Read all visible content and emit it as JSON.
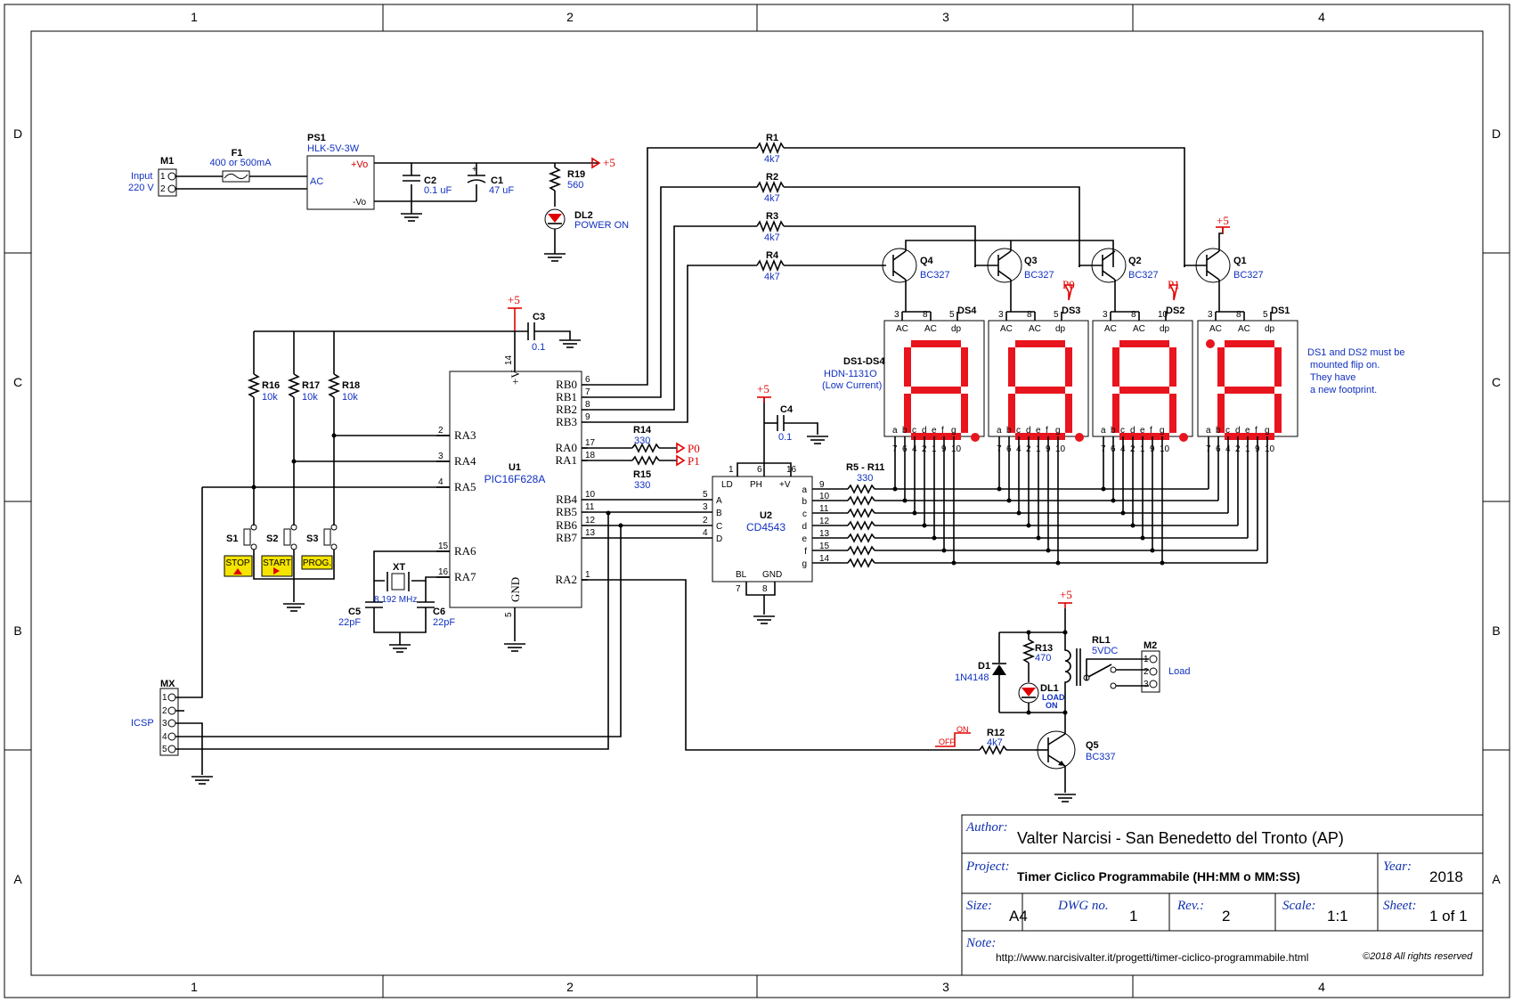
{
  "frame": {
    "columns": [
      "1",
      "2",
      "3",
      "4"
    ],
    "rows": [
      "D",
      "C",
      "B",
      "A"
    ]
  },
  "title_block": {
    "author_label": "Author:",
    "author": "Valter Narcisi - San Benedetto del Tronto (AP)",
    "project_label": "Project:",
    "project": "Timer Ciclico Programmabile (HH:MM o MM:SS)",
    "year_label": "Year:",
    "year": "2018",
    "size_label": "Size:",
    "size": "A4",
    "dwg_label": "DWG no.",
    "dwg": "1",
    "rev_label": "Rev.:",
    "rev": "2",
    "scale_label": "Scale:",
    "scale": "1:1",
    "sheet_label": "Sheet:",
    "sheet": "1 of 1",
    "note_label": "Note:",
    "note": "http://www.narcisivalter.it/progetti/timer-ciclico-programmabile.html",
    "copyright": "©2018 All rights reserved"
  },
  "labels": {
    "m1": "M1",
    "input1": "Input",
    "input2": "220 V",
    "f1": "F1",
    "f1_val": "400 or 500mA",
    "ps1": "PS1",
    "ps1_val": "HLK-5V-3W",
    "ps1_ac": "AC",
    "ps1_vo_p": "+Vo",
    "ps1_vo_n": "-Vo",
    "c2": "C2",
    "c2_val": "0.1 uF",
    "c1": "C1",
    "c1_val": "47 uF",
    "r19": "R19",
    "r19_val": "560",
    "dl2": "DL2",
    "dl2_val": "POWER ON",
    "plus5": "+5",
    "r1": "R1",
    "r2": "R2",
    "r3": "R3",
    "r4": "R4",
    "r4k7": "4k7",
    "q1": "Q1",
    "q2": "Q2",
    "q3": "Q3",
    "q4": "Q4",
    "bc327": "BC327",
    "ds1": "DS1",
    "ds2": "DS2",
    "ds3": "DS3",
    "ds4": "DS4",
    "p0": "P0",
    "p1": "P1",
    "ds_title": "DS1-DS4",
    "ds_part": "HDN-1131O",
    "ds_note": "(Low Current)",
    "ds_flip1": "DS1 and DS2 must be",
    "ds_flip2": "mounted flip on.",
    "ds_flip3": "They have",
    "ds_flip4": "a new footprint.",
    "c3": "C3",
    "c3_val": "0.1",
    "c4": "C4",
    "c4_val": "0.1",
    "r16": "R16",
    "r17": "R17",
    "r18": "R18",
    "r10k": "10k",
    "u1": "U1",
    "u1_val": "PIC16F628A",
    "u2": "U2",
    "u2_val": "CD4543",
    "r14": "R14",
    "r15": "R15",
    "r330": "330",
    "r5_11": "R5 - R11",
    "xt": "XT",
    "xt_val": "8.192 MHz",
    "c5": "C5",
    "c6": "C6",
    "c22p": "22pF",
    "s1": "S1",
    "s2": "S2",
    "s3": "S3",
    "stop": "STOP",
    "start": "START",
    "prog": "PROG.",
    "mx": "MX",
    "icsp": "ICSP",
    "d1": "D1",
    "d1_val": "1N4148",
    "r13": "R13",
    "r13_val": "470",
    "dl1": "DL1",
    "dl1_val1": "LOAD",
    "dl1_val2": "ON",
    "rl1": "RL1",
    "rl1_val": "5VDC",
    "m2": "M2",
    "load": "Load",
    "r12": "R12",
    "q5": "Q5",
    "q5_val": "BC337",
    "on": "ON",
    "off": "OFF"
  },
  "pins": {
    "u1_left": [
      "RA3",
      "RA4",
      "RA5",
      "RA6",
      "RA7"
    ],
    "u1_left_num": [
      "2",
      "3",
      "4",
      "15",
      "16"
    ],
    "u1_right": [
      "RB0",
      "RB1",
      "RB2",
      "RB3",
      "RA0",
      "RA1",
      "RB4",
      "RB5",
      "RB6",
      "RB7",
      "RA2"
    ],
    "u1_right_num": [
      "6",
      "7",
      "8",
      "9",
      "17",
      "18",
      "10",
      "11",
      "12",
      "13",
      "1"
    ],
    "u1_vdd": "+V",
    "u1_vdd_num": "14",
    "u1_gnd": "GND",
    "u1_gnd_num": "5",
    "u2_in": [
      "A",
      "B",
      "C",
      "D"
    ],
    "u2_in_num": [
      "5",
      "3",
      "2",
      "4"
    ],
    "u2_top": [
      "LD",
      "PH",
      "+V"
    ],
    "u2_top_num": [
      "1",
      "6",
      "16"
    ],
    "u2_bot": [
      "BL",
      "GND"
    ],
    "u2_bot_num": [
      "7",
      "8"
    ],
    "u2_out": [
      "a",
      "b",
      "c",
      "d",
      "e",
      "f",
      "g"
    ],
    "u2_out_num": [
      "9",
      "10",
      "11",
      "12",
      "13",
      "15",
      "14"
    ],
    "ds_top": [
      "AC",
      "AC",
      "dp"
    ],
    "ds_top_num": [
      "3",
      "8",
      "5"
    ],
    "ds_top_num_b": [
      "3",
      "8",
      "10"
    ],
    "ds_bot": [
      "a",
      "b",
      "c",
      "d",
      "e",
      "f",
      "g"
    ],
    "ds_bot_num": [
      "7",
      "6",
      "4",
      "2",
      "1",
      "9",
      "10"
    ],
    "mx_num": [
      "1",
      "2",
      "3",
      "4",
      "5"
    ],
    "m_num": [
      "1",
      "2",
      "3"
    ]
  },
  "colors": {
    "ink": "#000000",
    "blue": "#1030c0",
    "red": "#e00000",
    "badge": "#f5e400"
  }
}
